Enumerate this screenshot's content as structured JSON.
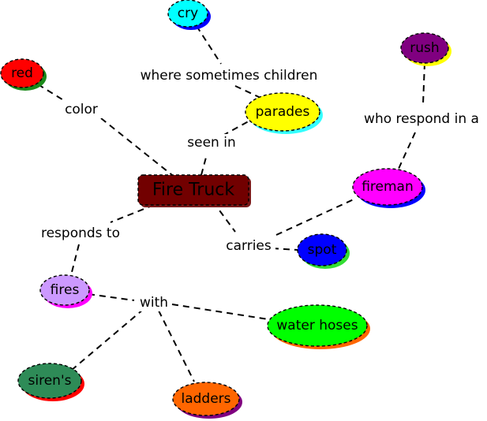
{
  "concept_map": {
    "root": {
      "id": "firetruck",
      "label": "Fire Truck",
      "fill": "#720000",
      "shadow": "#7a1a1a"
    },
    "nodes": [
      {
        "id": "red",
        "label": "red",
        "fill": "#ff0000",
        "shadow": "#1a8a1a"
      },
      {
        "id": "cry",
        "label": "cry",
        "fill": "#00ffff",
        "shadow": "#0000ff"
      },
      {
        "id": "parades",
        "label": "parades",
        "fill": "#ffff00",
        "shadow": "#33ffff"
      },
      {
        "id": "rush",
        "label": "rush",
        "fill": "#800080",
        "shadow": "#ffff00"
      },
      {
        "id": "fireman",
        "label": "fireman",
        "fill": "#ff00ff",
        "shadow": "#0000ff"
      },
      {
        "id": "spot",
        "label": "spot",
        "fill": "#0000ff",
        "shadow": "#33dd33"
      },
      {
        "id": "fires",
        "label": "fires",
        "fill": "#cc99ff",
        "shadow": "#ff00ff"
      },
      {
        "id": "waterhoses",
        "label": "water hoses",
        "fill": "#00ff00",
        "shadow": "#ff6600"
      },
      {
        "id": "sirens",
        "label": "siren's",
        "fill": "#2e8b57",
        "shadow": "#ff0000"
      },
      {
        "id": "ladders",
        "label": "ladders",
        "fill": "#ff6600",
        "shadow": "#800080"
      }
    ],
    "link_labels": [
      {
        "id": "color",
        "text": "color"
      },
      {
        "id": "seenin",
        "text": "seen in"
      },
      {
        "id": "sometimes",
        "text": "where sometimes children"
      },
      {
        "id": "respondina",
        "text": "who respond in a"
      },
      {
        "id": "carries",
        "text": "carries"
      },
      {
        "id": "respondsto",
        "text": "responds to"
      },
      {
        "id": "with",
        "text": "with"
      }
    ]
  }
}
